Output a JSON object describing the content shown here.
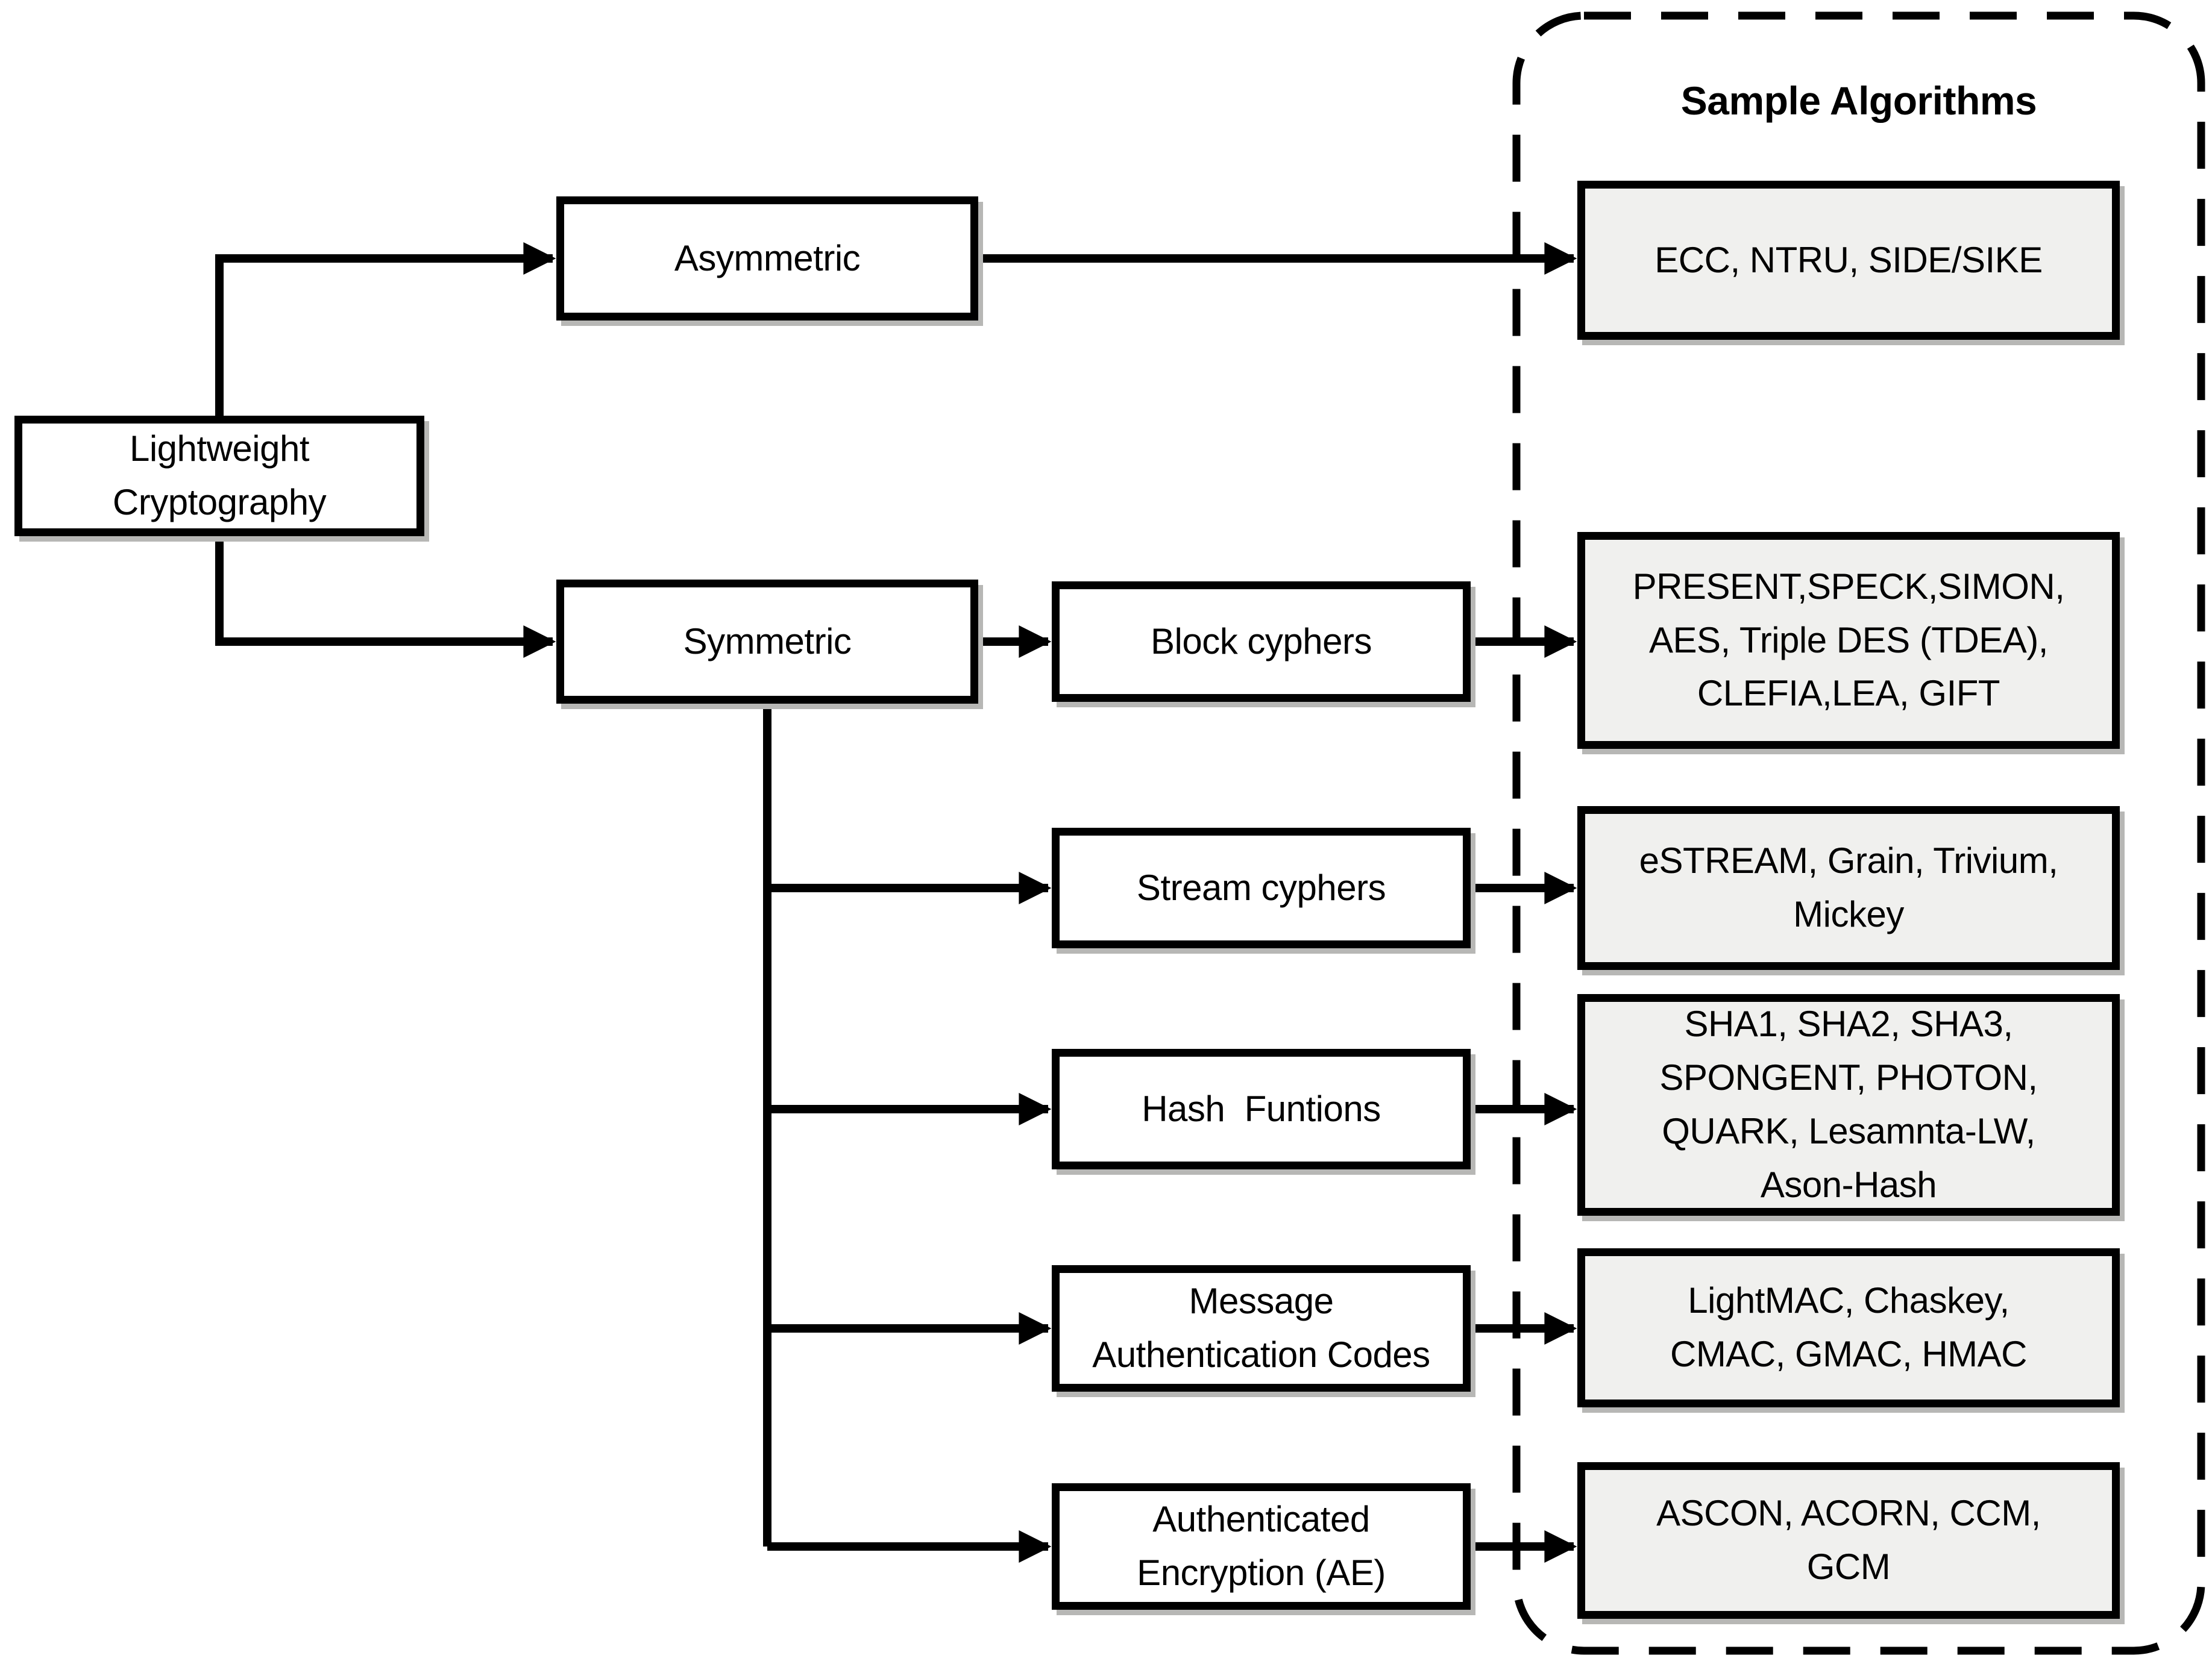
{
  "samples_panel": {
    "title": "Sample Algorithms"
  },
  "nodes": {
    "root": "Lightweight\nCryptography",
    "asymmetric": "Asymmetric",
    "symmetric": "Symmetric",
    "block_cyphers": "Block cyphers",
    "stream_cyphers": "Stream cyphers",
    "hash_functions": "Hash  Funtions",
    "mac": "Message\nAuthentication Codes",
    "ae": "Authenticated\nEncryption (AE)"
  },
  "samples": {
    "asymmetric": "ECC, NTRU, SIDE/SIKE",
    "block_cyphers": "PRESENT,SPECK,SIMON,\nAES, Triple DES (TDEA),\nCLEFIA,LEA, GIFT",
    "stream_cyphers": "eSTREAM, Grain, Trivium,\nMickey",
    "hash_functions": "SHA1, SHA2, SHA3,\nSPONGENT, PHOTON,\nQUARK, Lesamnta-LW,\nAson-Hash",
    "mac": "LightMAC, Chaskey,\nCMAC, GMAC, HMAC",
    "ae": "ASCON, ACORN, CCM,\nGCM"
  },
  "colors": {
    "line": "#000000",
    "node_fill": "#ffffff",
    "sample_fill": "#f0f0ee",
    "shadow": "#b7b7b5"
  }
}
